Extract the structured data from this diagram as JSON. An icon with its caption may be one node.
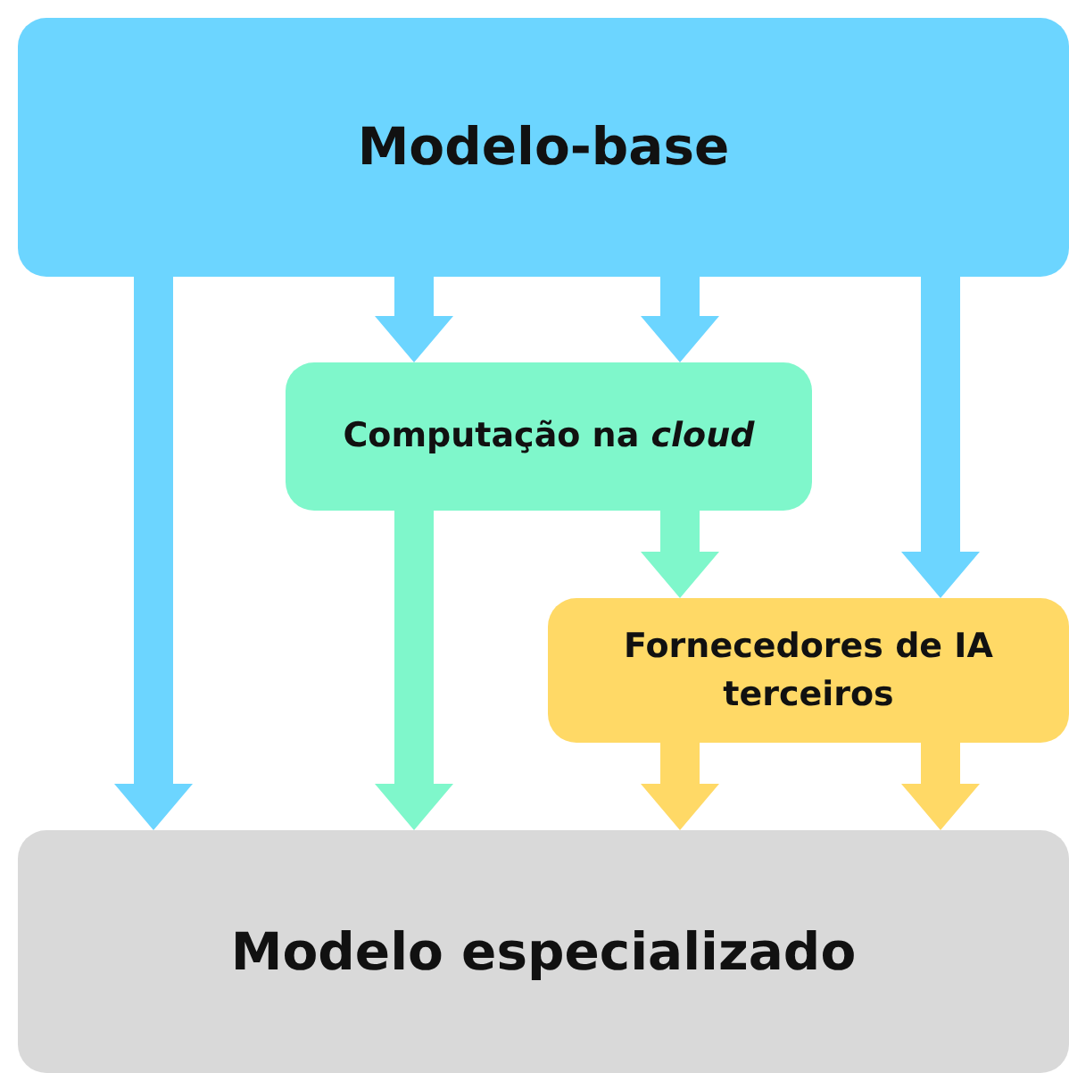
{
  "diagram": {
    "nodes": [
      {
        "text": [
          "Modelo-base"
        ]
      },
      {
        "text": [
          "Computação na *cloud*"
        ]
      },
      {
        "text": [
          "Fornecedores de IA terceiros"
        ]
      },
      {
        "text": [
          "Modelo especializado"
        ]
      }
    ],
    "edges": [
      {
        "from": 0,
        "to": 3,
        "arrow": "to"
      },
      {
        "from": 0,
        "to": 1,
        "arrow": "to"
      },
      {
        "from": 0,
        "to": 1,
        "arrow": "to"
      },
      {
        "from": 0,
        "to": 2,
        "arrow": "to"
      },
      {
        "from": 1,
        "to": 3,
        "arrow": "to",
        "color": "#7ff7cb"
      },
      {
        "from": 1,
        "to": 2,
        "arrow": "to",
        "color": "#7ff7cb"
      },
      {
        "from": 2,
        "to": 3,
        "arrow": "to",
        "color": "#ffd966"
      },
      {
        "from": 2,
        "to": 3,
        "arrow": "to",
        "color": "#ffd966"
      }
    ]
  }
}
